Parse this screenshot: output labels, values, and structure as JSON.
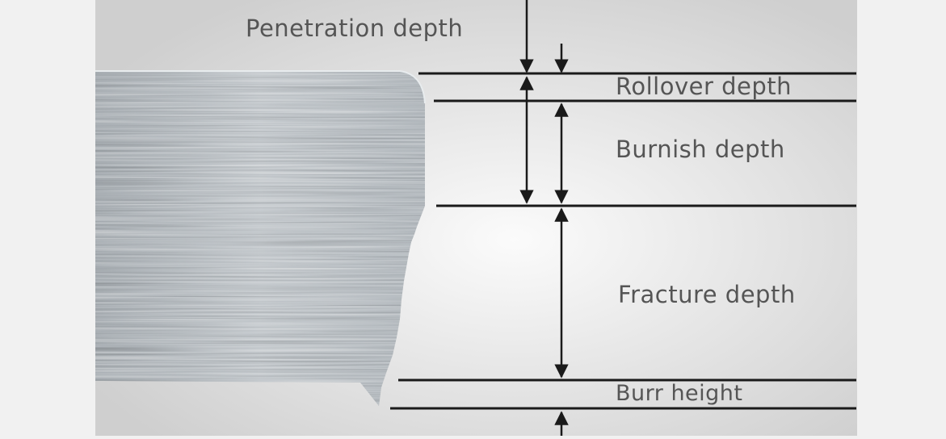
{
  "labels": {
    "penetration": "Penetration depth",
    "rollover": "Rollover depth",
    "burnish": "Burnish depth",
    "fracture": "Fracture depth",
    "burr": "Burr height"
  },
  "colors": {
    "side_band": "#f1f1f1",
    "panel": "#d4d4d4",
    "line": "#1a1a1a",
    "text": "#555555",
    "metal": "#b9bfc3"
  }
}
